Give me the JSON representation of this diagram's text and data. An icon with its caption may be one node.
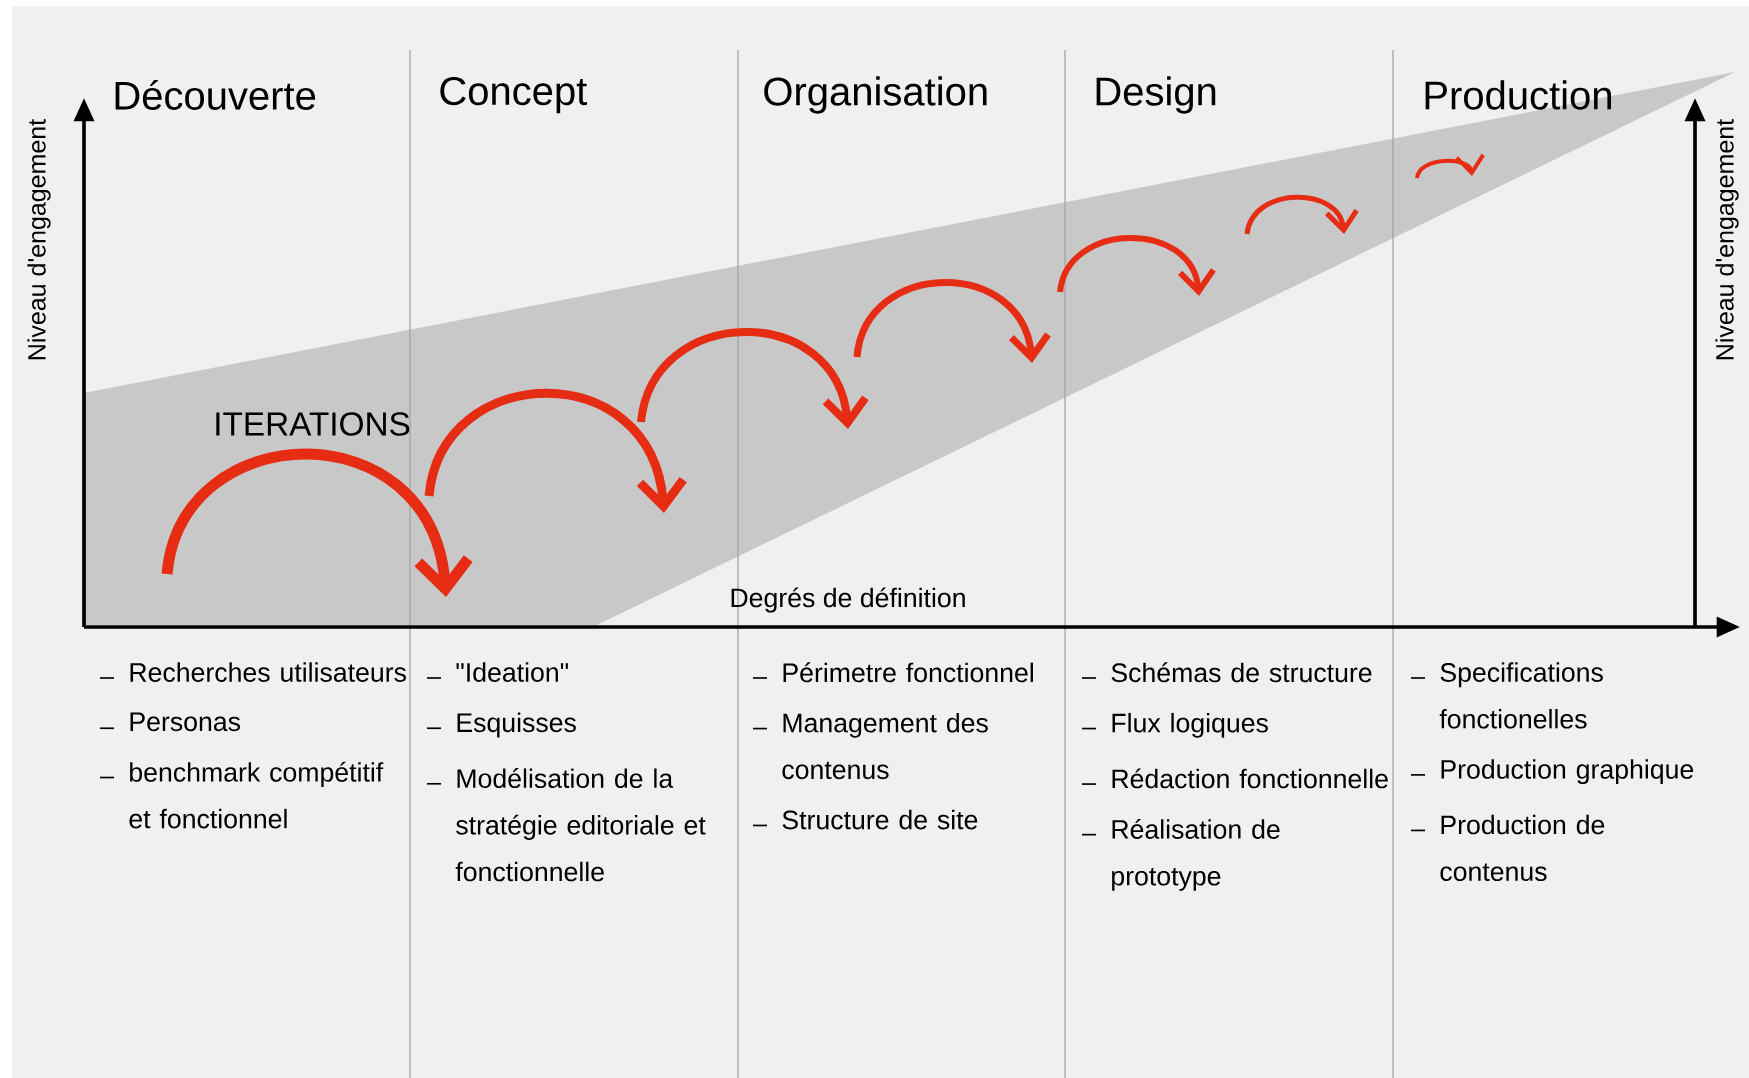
{
  "diagram": {
    "labels": [
      "Découverte",
      "Concept",
      "Organisation",
      "Design",
      "Production",
      "Niveau d'engagement",
      "ITERATIONS",
      "Niveau d'engagement",
      "Degrés de définition",
      "Recherches utilisateurs",
      "Personas",
      "benchmark compétitif et fonctionnel",
      "\"Ideation\"",
      "Esquisses",
      "Modélisation de la stratégie editoriale et fonctionnelle",
      "Périmetre fonctionnel",
      "Management des contenus",
      "Structure de site",
      "Schémas de structure",
      "Flux logiques",
      "Rédaction fonctionnelle",
      "Réalisation de prototype",
      "Specifications fonctionelles",
      "Production graphique",
      "Production de contenus"
    ]
  }
}
